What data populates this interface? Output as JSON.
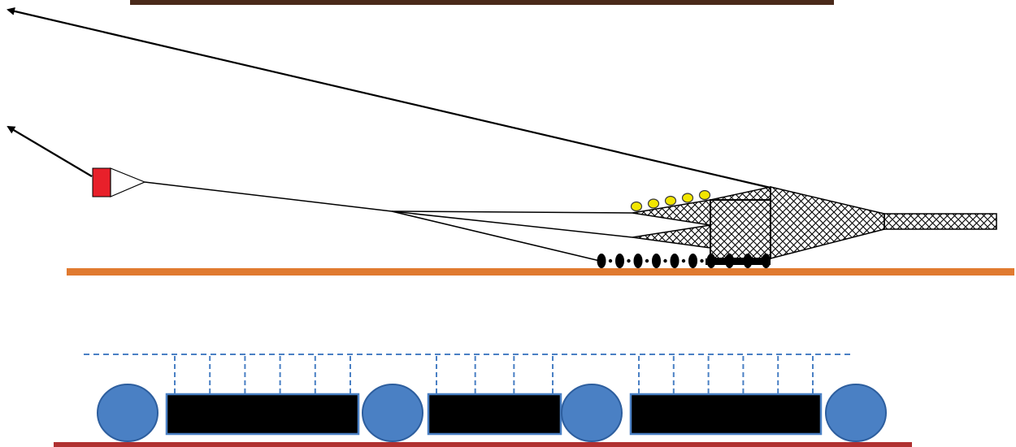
{
  "colors": {
    "background": "#ffffff",
    "top_band": "#4a2a1a",
    "line": "#000000",
    "seabed": "#e07a30",
    "float_fill": "#f2e600",
    "float_stroke": "#3a3a3a",
    "buoy_marker": "#e8202a",
    "bobbin": "#000000",
    "netting": "#000000",
    "roller_fill": "#4a80c4",
    "roller_stroke": "#2d5e9e",
    "block_fill": "#000000",
    "block_stroke": "#4a80c4",
    "dropper": "#4a80c4",
    "bottom_line": "#b03030"
  },
  "icons": {
    "warp_arrow": "arrowhead-icon",
    "marker_buoy": "buoy-marker-icon",
    "float": "float-ball-icon",
    "ground_gear": "bobbin-icon",
    "roller": "roller-disc-icon"
  },
  "trawl": {
    "headline_floats": 5,
    "footrope_bobbins": 10
  },
  "ground_gear_detail": {
    "roller_count": 4,
    "block_count": 3,
    "droppers_per_block": [
      6,
      4,
      6
    ]
  }
}
